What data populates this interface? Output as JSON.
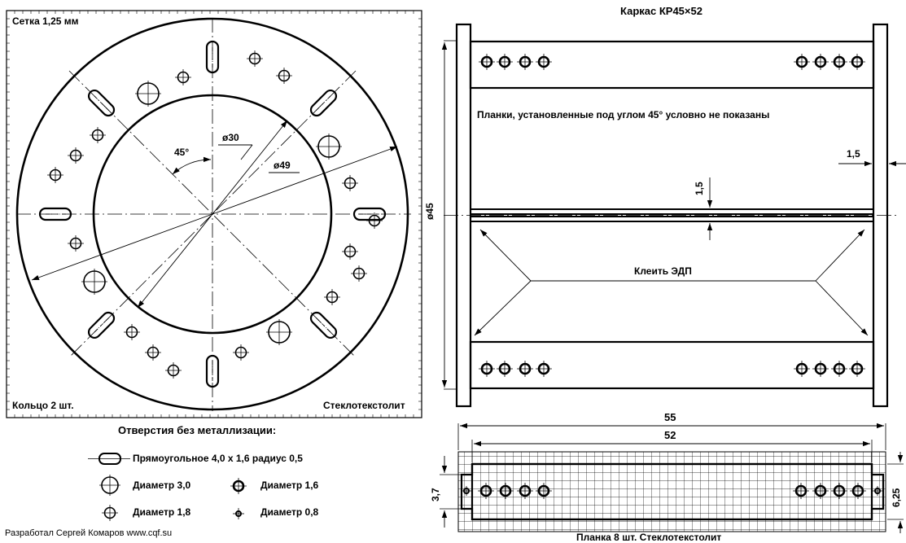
{
  "ring_panel": {
    "grid_label": "Сетка 1,25 мм",
    "count_label": "Кольцо 2 шт.",
    "material_label": "Стеклотекстолит",
    "angle_label": "45°",
    "dim_inner": "ø30",
    "dim_outer": "ø49"
  },
  "legend": {
    "title": "Отверстия без металлизации:",
    "items": [
      {
        "icon": "slot-hole-icon",
        "label": "Прямоугольное 4,0 х 1,6 радиус 0,5"
      },
      {
        "icon": "hole-3-0-icon",
        "label": "Диаметр 3,0"
      },
      {
        "icon": "hole-1-6-icon",
        "label": "Диаметр 1,6"
      },
      {
        "icon": "hole-1-8-icon",
        "label": "Диаметр 1,8"
      },
      {
        "icon": "hole-0-8-icon",
        "label": "Диаметр 0,8"
      }
    ]
  },
  "credit": "Разработал Сергей Комаров www.cqf.su",
  "frame_panel": {
    "title": "Каркас КР45×52",
    "note": "Планки, установленные под углом 45° условно не показаны",
    "glue_label": "Клеить ЭДП",
    "dim_diameter": "ø45",
    "dim_gap": "1,5",
    "dim_thickness": "1,5"
  },
  "plank_panel": {
    "dim_overall": "55",
    "dim_inner": "52",
    "dim_height_left": "3,7",
    "dim_height_right": "6,25",
    "caption": "Планка 8 шт. Стеклотекстолит"
  }
}
